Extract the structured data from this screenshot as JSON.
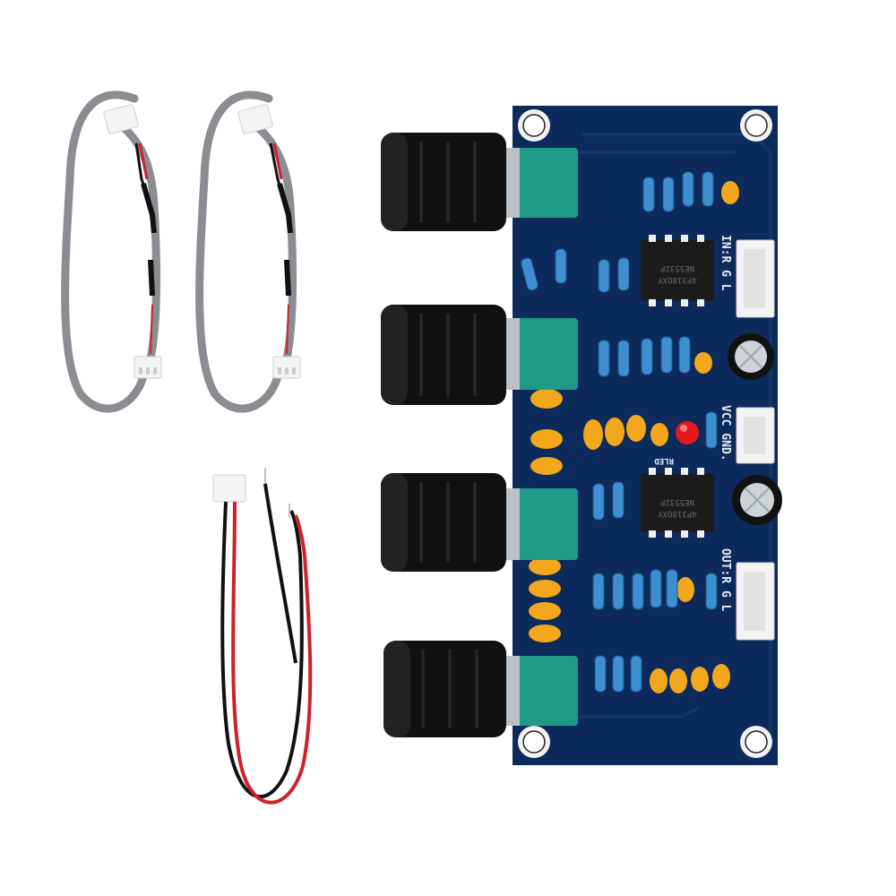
{
  "scene": {
    "description": "Product photo: stereo tone-control preamplifier PCB with four potentiometer knobs, two 3-pin connector cables and one red/black 2-pin power lead on white background",
    "background": "#ffffff"
  },
  "pcb": {
    "color": "#0d2a5c",
    "silkscreen_color": "#e8ecf4",
    "labels": {
      "input": "IN:R G L",
      "power": "VCC GND.",
      "led": "RLED",
      "output": "OUT:R G L"
    },
    "chips": [
      {
        "id": "u1",
        "marking_line1": "NE5532P",
        "marking_line2": "4P318QXY"
      },
      {
        "id": "u2",
        "marking_line1": "NE5532P",
        "marking_line2": "4P318QXY"
      }
    ],
    "potentiometers": [
      {
        "id": "pot-1",
        "knob_color": "#111111",
        "body_color": "#1f9a86"
      },
      {
        "id": "pot-2",
        "knob_color": "#111111",
        "body_color": "#1f9a86"
      },
      {
        "id": "pot-3",
        "knob_color": "#111111",
        "body_color": "#1f9a86"
      },
      {
        "id": "pot-4",
        "knob_color": "#111111",
        "body_color": "#1f9a86"
      }
    ],
    "connectors": [
      {
        "id": "input-connector",
        "pins": 3
      },
      {
        "id": "power-connector",
        "pins": 2
      },
      {
        "id": "output-connector",
        "pins": 3
      }
    ],
    "led_color": "#e3191c",
    "capacitor_color": "#f2a71c",
    "resistor_color": "#3f8fd0"
  },
  "cables": [
    {
      "id": "signal-cable-1",
      "type": "3-pin",
      "sheath_color": "#8a8d92",
      "wire_colors": [
        "#ffffff",
        "#111111",
        "#d0202a"
      ]
    },
    {
      "id": "signal-cable-2",
      "type": "3-pin",
      "sheath_color": "#8a8d92",
      "wire_colors": [
        "#ffffff",
        "#111111",
        "#d0202a"
      ]
    },
    {
      "id": "power-cable",
      "type": "2-pin",
      "wire_colors": [
        "#111111",
        "#d0202a"
      ]
    }
  ]
}
